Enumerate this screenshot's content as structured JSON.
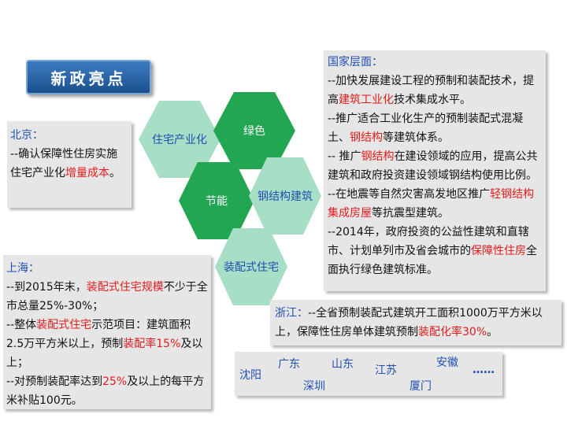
{
  "banner": "新政亮点",
  "hexagons": {
    "housing": "住宅产业化",
    "green": "绿色",
    "energy": "节能",
    "steel": "钢结构建筑",
    "prefab": "装配式住宅"
  },
  "beijing": {
    "title": "北京：",
    "p1a": "  --确认保障性住房实施住宅产业化",
    "p1b": "增量成本",
    "p1c": "。"
  },
  "national": {
    "title": "国家层面：",
    "p1a": "  --加快发展建设工程的预制和装配技术，提高",
    "p1b": "建筑工业化",
    "p1c": "技术集成水平。",
    "p2a": "  --推广适合工业化生产的预制装配式混凝土、",
    "p2b": "钢结构",
    "p2c": "等建筑体系。",
    "p3a": "  -- 推广",
    "p3b": "钢结构",
    "p3c": "在建设领域的应用，提高公共建筑和政府投资建设领域钢结构使用比例。",
    "p4a": "  --在地震等自然灾害高发地区推广",
    "p4b": "轻钢结构集成房屋",
    "p4c": "等抗震型建筑。",
    "p5a": "  --2014年，政府投资的公益性建筑和直辖市、计划单列市及省会城市的",
    "p5b": "保障性住房",
    "p5c": "全面执行绿色建筑标准。"
  },
  "shanghai": {
    "title": "上海：",
    "l1a": " --到2015年末，",
    "l1b": "装配式住宅规模",
    "l1c": "不少于全市总量25%-30%；",
    "l2a": "--整体",
    "l2b": "装配式住宅",
    "l2c": "示范项目：建筑面积2.5万平方米以上，预制",
    "l2d": "装配率15%",
    "l2e": "及以上；",
    "l3a": "--对预制装配率达到",
    "l3b": "25%",
    "l3c": "及以上的每平方米补贴100元。"
  },
  "zhejiang": {
    "title": "浙江：",
    "a": "--全省预制装配式建筑开工面积1000万平方米以上，保障性住房单体建筑预制",
    "b": "装配化率30%",
    "c": "。"
  },
  "cities": [
    "沈阳",
    "广东",
    "深圳",
    "山东",
    "江苏",
    "厦门",
    "安徽",
    "……"
  ]
}
